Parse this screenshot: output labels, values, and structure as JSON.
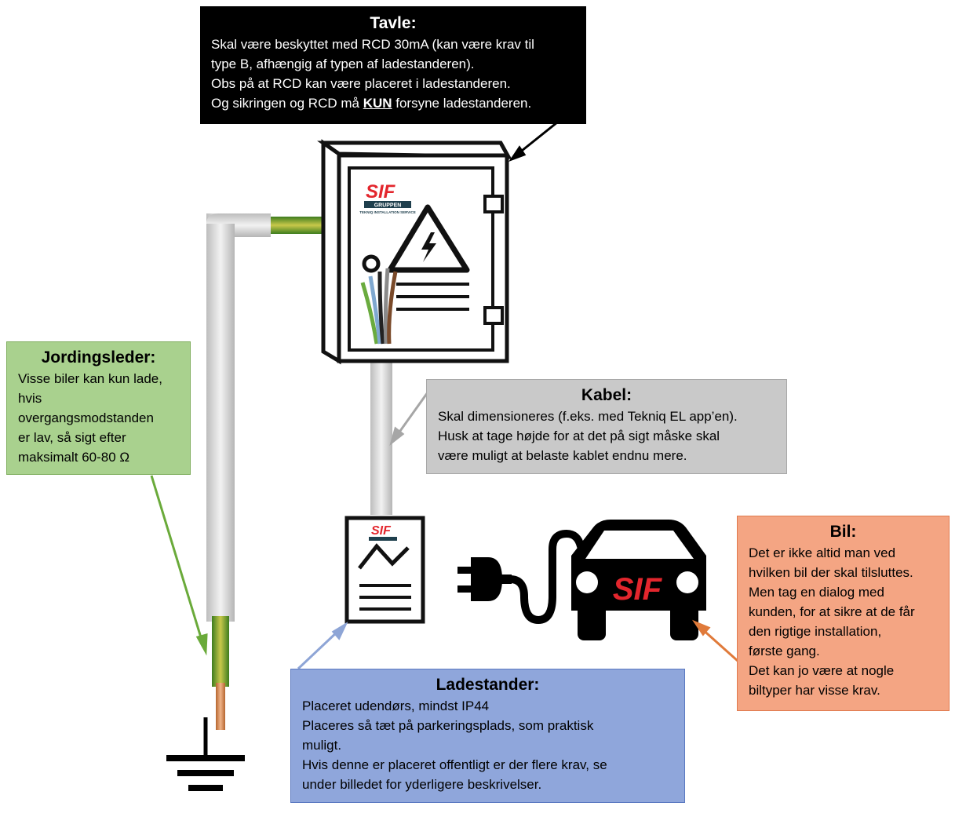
{
  "tavle": {
    "title": "Tavle:",
    "line1": "Skal være beskyttet med RCD 30mA (kan være krav til",
    "line2": "type B, afhængig af typen af ladestanderen).",
    "line3": "Obs på at RCD kan være placeret i ladestanderen.",
    "line4_pre": "Og sikringen og RCD må ",
    "line4_em": "KUN",
    "line4_post": " forsyne ladestanderen."
  },
  "jordingsleder": {
    "title": "Jordingsleder:",
    "lines": [
      "Visse biler kan kun lade,",
      "hvis",
      "overgangsmodstanden",
      "er lav, så sigt efter",
      "maksimalt 60-80 Ω"
    ]
  },
  "kabel": {
    "title": "Kabel:",
    "lines": [
      "Skal dimensioneres (f.eks. med Tekniq EL app’en).",
      "Husk at tage højde for at det på sigt måske skal",
      "være muligt at belaste kablet endnu mere."
    ]
  },
  "bil": {
    "title": "Bil:",
    "lines": [
      "Det er ikke altid man ved",
      "hvilken bil der skal tilsluttes.",
      "Men tag en dialog med",
      "kunden, for at sikre at de får",
      "den rigtige installation,",
      "første gang.",
      "Det kan jo være at nogle",
      "biltyper har visse krav."
    ]
  },
  "ladestander": {
    "title": "Ladestander:",
    "lines": [
      "Placeret udendørs, mindst IP44",
      "Placeres så tæt på parkeringsplads, som praktisk",
      "muligt.",
      "Hvis denne er placeret offentligt er der flere krav, se",
      "under billedet for yderligere beskrivelser."
    ]
  },
  "logo": {
    "brand": "SIF",
    "sub": "GRUPPEN",
    "tag": "TEKNIQ INSTALLATION SERVICE"
  },
  "colors": {
    "tavle_bg": "#000000",
    "jord_bg": "#a9d18e",
    "kabel_bg": "#c9c9c9",
    "bil_bg": "#f4a583",
    "lade_bg": "#8fa6db",
    "brand_red": "#e3262d",
    "arrow_green": "#6aaa3a",
    "arrow_blue": "#8ea5d6",
    "arrow_orange": "#e07a3a",
    "arrow_gray": "#a6a6a6"
  },
  "icons": [
    "distribution-board-icon",
    "high-voltage-icon",
    "charger-icon",
    "plug-icon",
    "car-icon",
    "ground-symbol-icon"
  ]
}
